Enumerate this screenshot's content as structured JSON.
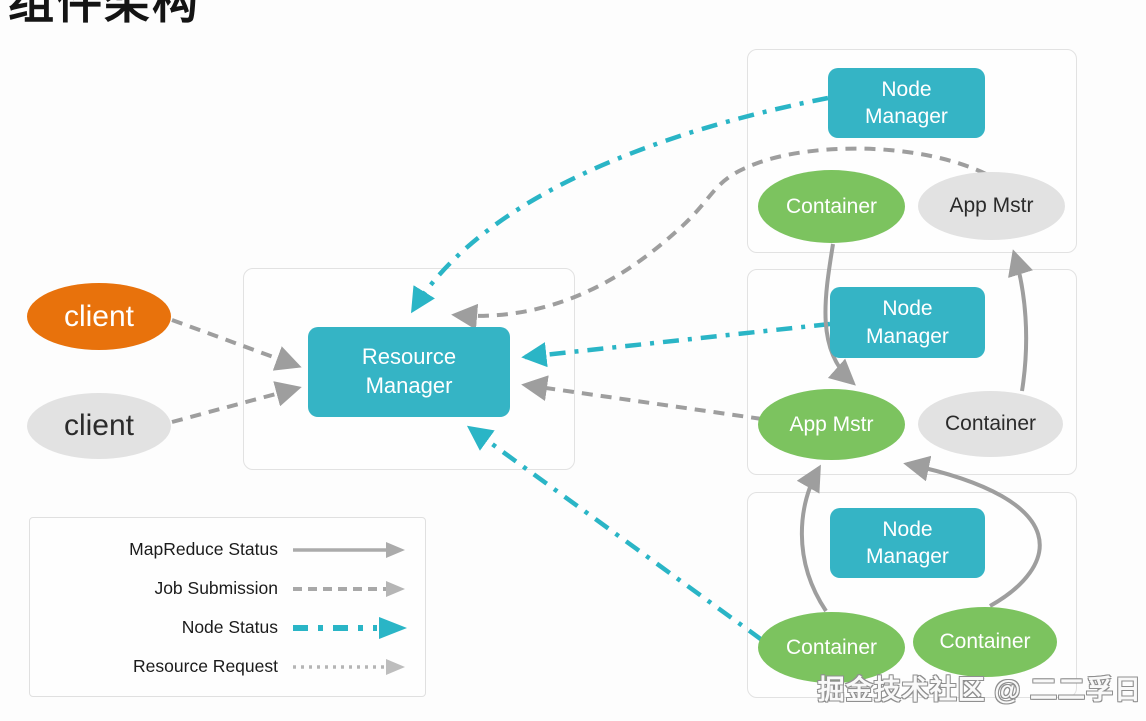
{
  "title": {
    "text": "组件架构"
  },
  "clients": [
    {
      "label": "client",
      "color": "#e8720c"
    },
    {
      "label": "client",
      "color": "#e2e2e2"
    }
  ],
  "resource_manager": {
    "label": "Resource Manager"
  },
  "node_groups": [
    {
      "manager": "Node Manager",
      "left": {
        "label": "Container",
        "color": "#7cc35f"
      },
      "right": {
        "label": "App Mstr",
        "color": "#e2e2e2"
      }
    },
    {
      "manager": "Node Manager",
      "left": {
        "label": "App Mstr",
        "color": "#7cc35f"
      },
      "right": {
        "label": "Container",
        "color": "#e2e2e2"
      }
    },
    {
      "manager": "Node Manager",
      "left": {
        "label": "Container",
        "color": "#7cc35f"
      },
      "right": {
        "label": "Container",
        "color": "#7cc35f"
      }
    }
  ],
  "legend": {
    "items": [
      {
        "label": "MapReduce Status",
        "style": "solid"
      },
      {
        "label": "Job Submission",
        "style": "dashed"
      },
      {
        "label": "Node Status",
        "style": "dashdot"
      },
      {
        "label": "Resource Request",
        "style": "dotted"
      }
    ]
  },
  "watermark": {
    "text": "掘金技术社区 @ 二二孚日"
  },
  "colors": {
    "teal_box": "#35b4c5",
    "teal_arrow": "#2ab5c6",
    "green": "#7cc35f",
    "orange": "#e8720c",
    "gray_node": "#e2e2e2",
    "arrow_gray": "#9e9e9e"
  }
}
